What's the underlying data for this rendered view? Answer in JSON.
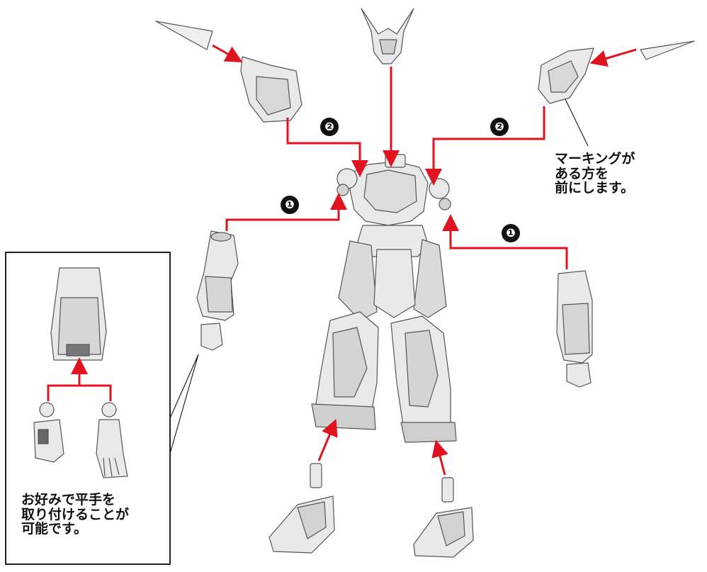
{
  "colors": {
    "arrow": "#e0141e",
    "part_fill": "#e9e9e9",
    "part_shade": "#bdbdbd",
    "part_stroke": "#555555",
    "outline": "#222222"
  },
  "steps": [
    {
      "number": "❷"
    },
    {
      "number": "❷"
    },
    {
      "number": "❶"
    },
    {
      "number": "❶"
    }
  ],
  "notes": {
    "marking": [
      "マーキングが",
      "ある方を",
      "前にします。"
    ],
    "hand": [
      "お好みで平手を",
      "取り付けることが",
      "可能です。"
    ]
  },
  "icons": {
    "robot_body": "robot-body-icon",
    "head": "head-antenna-icon",
    "shoulder": "shoulder-armor-icon",
    "fin": "shoulder-fin-icon",
    "arm": "arm-part-icon",
    "fist": "fist-hand-icon",
    "open_hand": "open-hand-icon",
    "foot": "foot-part-icon"
  }
}
